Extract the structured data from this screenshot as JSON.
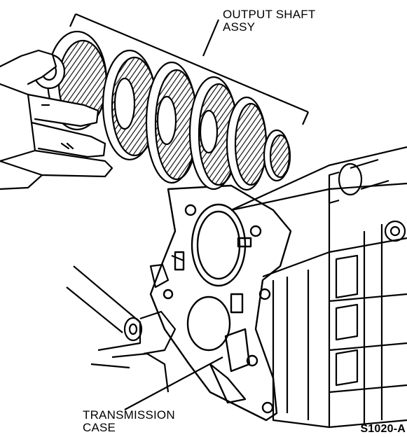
{
  "labels": {
    "output_shaft_line1": "OUTPUT SHAFT",
    "output_shaft_line2": "ASSY",
    "transmission_case_line1": "TRANSMISSION",
    "transmission_case_line2": "CASE",
    "figure_id": "S1020-A"
  },
  "colors": {
    "ink": "#000000",
    "paper": "#ffffff"
  }
}
